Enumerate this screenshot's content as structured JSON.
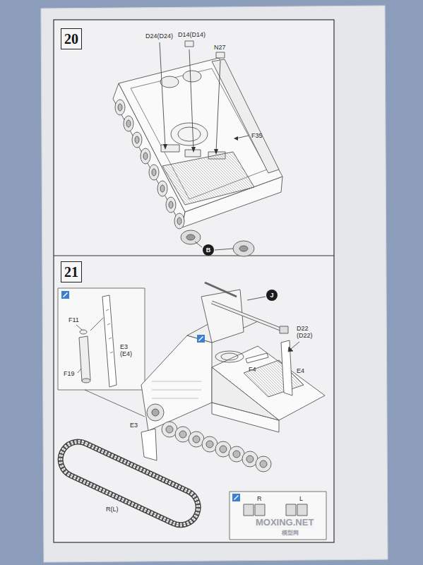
{
  "diagram": {
    "nodes": [
      {
        "text": [
          "20"
        ]
      },
      {
        "text": [
          "B"
        ]
      },
      {
        "text": [
          "21"
        ]
      },
      {
        "text": [
          "J"
        ]
      }
    ],
    "labels": [
      "D24(D24)",
      "D14(D14)",
      "N27",
      "F35",
      "F11",
      "F19",
      "E3 (E4)",
      "D22 (D22)",
      "F4",
      "E4",
      "E3",
      "R(L)",
      "R",
      "L",
      "MOXING.NET",
      "模型网"
    ]
  }
}
